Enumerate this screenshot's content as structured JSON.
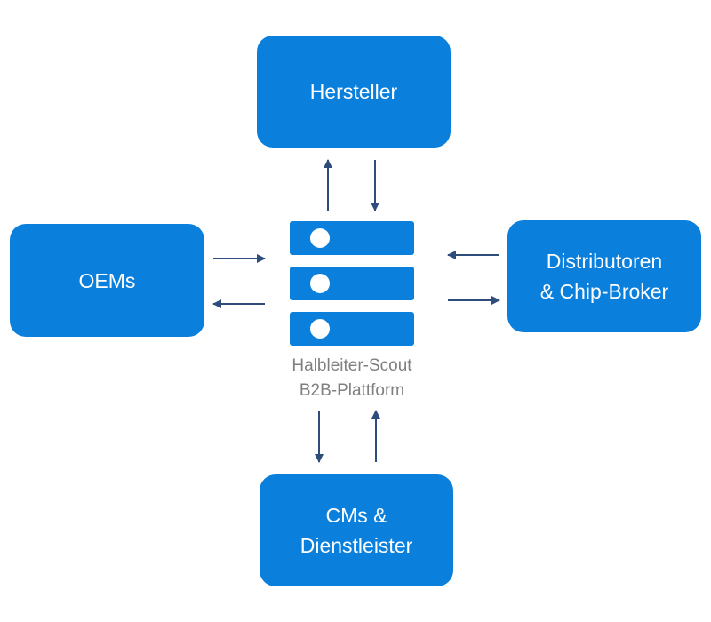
{
  "colors": {
    "box_fill": "#0a7fdc",
    "arrow": "#2e4c7c",
    "platform_text": "#808080",
    "box_text": "#ffffff"
  },
  "nodes": {
    "hersteller": {
      "line1": "Hersteller"
    },
    "oems": {
      "line1": "OEMs"
    },
    "distributoren": {
      "line1": "Distributoren",
      "line2": "& Chip-Broker"
    },
    "cms": {
      "line1": "CMs &",
      "line2": "Dienstleister"
    }
  },
  "platform": {
    "icon": "server-icon",
    "name": "Halbleiter-Scout",
    "type": "B2B-Plattform"
  },
  "edges": [
    {
      "from": "platform",
      "to": "hersteller"
    },
    {
      "from": "hersteller",
      "to": "platform"
    },
    {
      "from": "oems",
      "to": "platform"
    },
    {
      "from": "platform",
      "to": "oems"
    },
    {
      "from": "distributoren",
      "to": "platform"
    },
    {
      "from": "platform",
      "to": "distributoren"
    },
    {
      "from": "platform",
      "to": "cms"
    },
    {
      "from": "cms",
      "to": "platform"
    }
  ]
}
